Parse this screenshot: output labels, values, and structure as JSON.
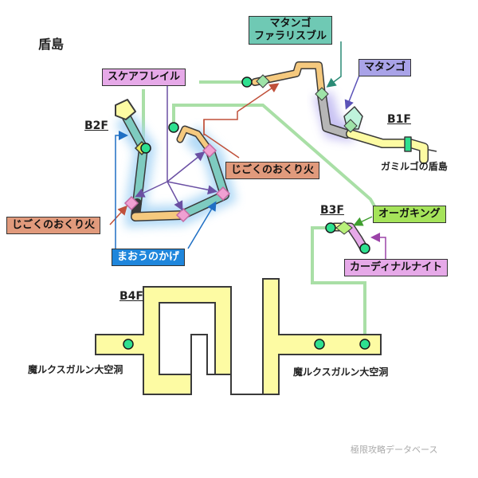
{
  "map": {
    "title": "盾島",
    "floors": {
      "b1f": "B1F",
      "b2f": "B2F",
      "b3f": "B3F",
      "b4f": "B4F"
    },
    "labels": {
      "matango_farari": "マタンゴ\nファラリスブル",
      "matango": "マタンゴ",
      "scare_flail": "スケアフレイル",
      "jigoku_okuribi_right": "じごくのおくり火",
      "jigoku_okuribi_left": "じごくのおくり火",
      "maou_kage": "まおうのかげ",
      "ogre_king": "オーガキング",
      "cardinal_knight": "カーディナルナイト"
    },
    "places": {
      "gamilgo": "ガミルゴの盾島",
      "cave_left": "魔ルクスガルン大空洞",
      "cave_right": "魔ルクスガルン大空洞"
    },
    "watermark": "極限攻略データベース",
    "colors": {
      "corridor": "#fdfba3",
      "corridor_edge": "#3a3a3a",
      "connector": "#a9dfa6",
      "glow": "#a6d4f5",
      "node": "#2ee08f",
      "arrow_purple": "#6a4fa3",
      "arrow_salmon": "#c0503a",
      "arrow_blue": "#1f6fc4"
    }
  }
}
